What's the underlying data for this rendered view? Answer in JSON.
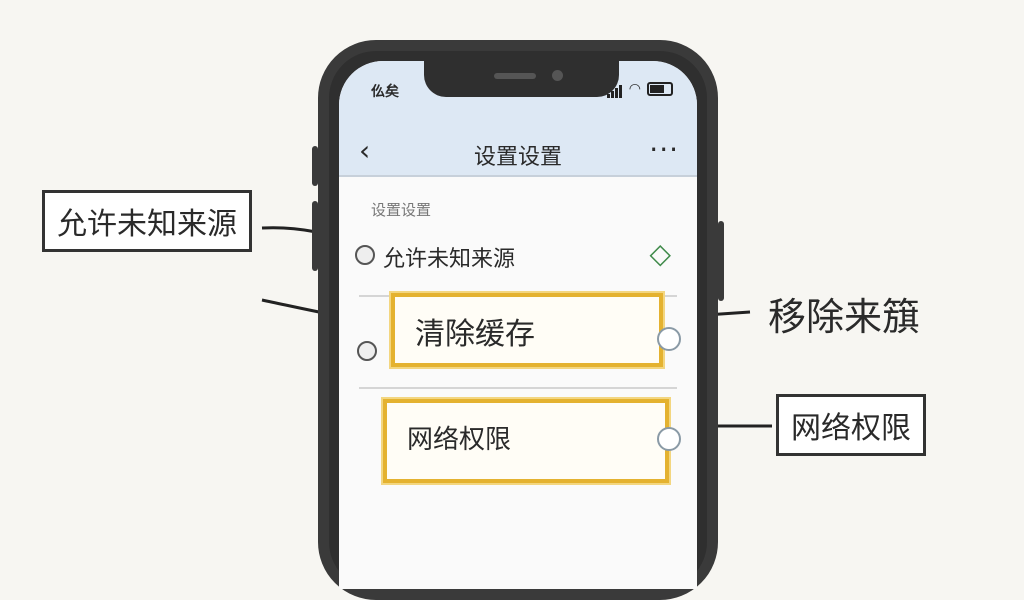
{
  "status_bar": {
    "time": "仫矣"
  },
  "header": {
    "back_icon": "‹",
    "title": "设置设置",
    "more_icon": "···"
  },
  "section": {
    "label": "设置设置"
  },
  "rows": [
    {
      "label": "允许未知来源",
      "control": "check-icon"
    },
    {
      "label": "清除缓存",
      "control": "radio"
    },
    {
      "label": "网络权限",
      "control": "radio"
    }
  ],
  "callouts": {
    "allow_unknown": "允许未知来源",
    "remove_source": "移除来簱",
    "network": "网络权限"
  },
  "colors": {
    "highlight": "#e4b230",
    "topbar": "#dde8f4",
    "check": "#3f8a4a"
  }
}
